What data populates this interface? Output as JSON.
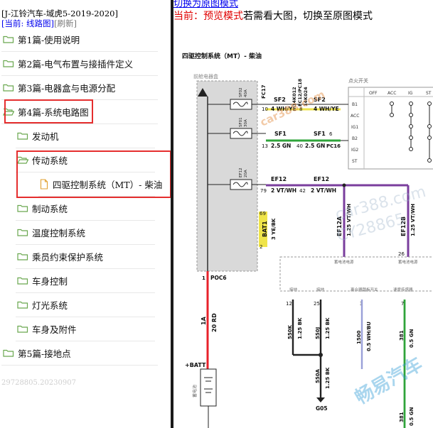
{
  "sidebar": {
    "doc_title": "[J-江铃汽车-域虎5-2019-2020]",
    "breadcrumb_current": "[当前: 线路图]",
    "breadcrumb_refresh": "[刷新]",
    "tree": [
      {
        "label": "第1篇-使用说明"
      },
      {
        "label": "第2篇-电气布置与接插件定义"
      },
      {
        "label": "第3篇-电器盒与电源分配"
      },
      {
        "label": "第4篇-系统电路图"
      },
      {
        "label": "发动机"
      },
      {
        "label": "传动系统"
      },
      {
        "label": "四驱控制系统（MT）- 柴油"
      },
      {
        "label": "制动系统"
      },
      {
        "label": "温度控制系统"
      },
      {
        "label": "乘员约束保护系统"
      },
      {
        "label": "车身控制"
      },
      {
        "label": "灯光系统"
      },
      {
        "label": "车身及附件"
      },
      {
        "label": "第5篇-接地点"
      }
    ],
    "footer_id": "29728805.20230907"
  },
  "content": {
    "top_link": "切换为原图模式",
    "mode_prefix": "当前：预览模式",
    "mode_suffix": "若需看大图，切换至原图模式"
  },
  "diagram": {
    "title": "四驱控制系统（MT）- 柴油",
    "box_label": "前舱电器盒",
    "ignition_title": "点火开关",
    "ign_headers": [
      "OFF",
      "ACC",
      "IG",
      "ST"
    ],
    "ign_rows": [
      "B1",
      "ACC",
      "IG1",
      "B2",
      "IG2",
      "ST"
    ],
    "fuses": [
      {
        "code": "SF02",
        "rating": "40A",
        "name": "FC17"
      },
      {
        "code": "SF01",
        "rating": "30A",
        "name": "SF1"
      },
      {
        "code": "EF12",
        "rating": "20A",
        "name": "EF12"
      }
    ],
    "conn_labels": [
      "14K012",
      "FC12/PC18",
      "14K024"
    ],
    "circuits": [
      {
        "name": "SF2",
        "pin_left": "10",
        "pin_right": "8",
        "wire": "4 WH/YE"
      },
      {
        "name": "SF1",
        "pin_left": "13",
        "pin_right": "6",
        "wire": "2.5 GN",
        "extra": "40",
        "conn": "PC16"
      },
      {
        "name": "EF12",
        "pin_left": "79",
        "pin_right": "42",
        "wire": "2 VT/WH"
      }
    ],
    "bat1": {
      "pin_top": "69",
      "pin_bot": "2",
      "name": "BAT1",
      "wire": "3 YE/BK"
    },
    "ef12a": {
      "name": "EF12A",
      "wire": "1.25 VT/WH"
    },
    "ef12b": {
      "name": "EF12B",
      "wire": "1.25 VT/WH",
      "pin": "26"
    },
    "poc6": {
      "pin": "1",
      "name": "POC6"
    },
    "main_wire": {
      "current": "1A",
      "wire": "20 RD"
    },
    "batt": {
      "label": "+BATT",
      "name": "蓄电池"
    },
    "module_title": "蓄电池电源",
    "module_title2": "蓄电池电源",
    "module_pins": [
      {
        "pin": "12",
        "label": "接地",
        "wire1": "550K",
        "wire2": "1.25 BK"
      },
      {
        "pin": "25",
        "label": "接地",
        "wire1": "550J",
        "wire2": "1.25 BK"
      },
      {
        "pin": "3",
        "label": "离合器踏板开关",
        "wire1": "1500",
        "wire2": "0.5 WH/BU"
      },
      {
        "pin": "7",
        "label": "速度传感器",
        "wire1": "381",
        "wire2": "0.5 GN"
      }
    ],
    "splice": {
      "wire1": "550A",
      "wire2": "1.25 BK",
      "ground": "G05"
    },
    "bottom_wire": {
      "wire1": "381",
      "wire2": "0.5 GN"
    },
    "watermarks": [
      "car388.com",
      "car388.com",
      "CY28865",
      "畅易汽车"
    ],
    "colors": {
      "red": "#e8212b",
      "green": "#2fa43a",
      "purple": "#7a3e9d",
      "yellow": "#efe44a",
      "gray": "#d9d9d9"
    }
  }
}
